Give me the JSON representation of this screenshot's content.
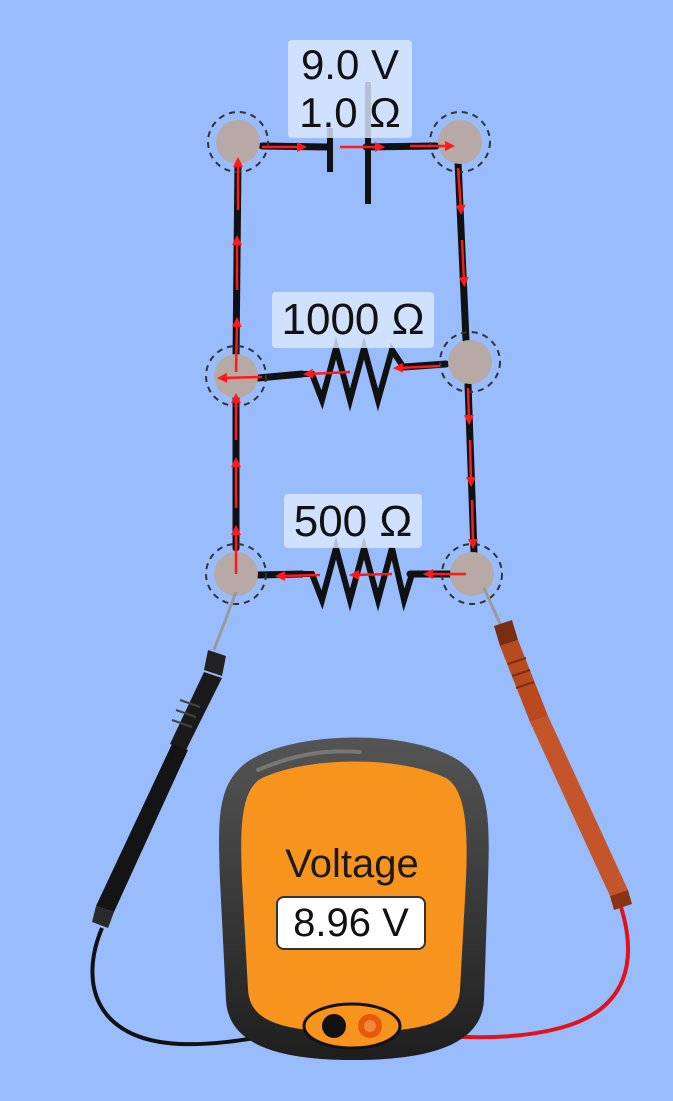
{
  "circuit": {
    "battery": {
      "voltage_label": "9.0 V",
      "resistance_label": "1.0 Ω"
    },
    "resistor_top": {
      "label": "1000 Ω"
    },
    "resistor_bottom": {
      "label": "500 Ω"
    }
  },
  "voltmeter": {
    "title": "Voltage",
    "reading": "8.96 V",
    "probe_colors": {
      "black": "#111111",
      "red": "#b84a1e"
    },
    "body_color": "#f7941d"
  },
  "colors": {
    "background": "#99bcfd",
    "wire": "#111111",
    "current_arrow": "#ff1a1a",
    "junction": "#b7a9a5"
  }
}
